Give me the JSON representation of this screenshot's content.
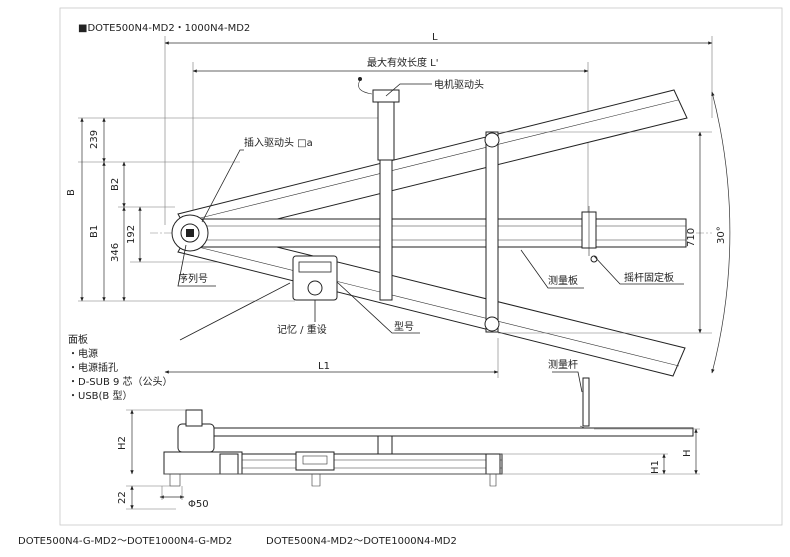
{
  "title": "■DOTE500N4-MD2・1000N4-MD2",
  "labels": {
    "L": "L",
    "max_len": "最大有效长度 L'",
    "motor_head": "电机驱动头",
    "insert_head": "插入驱动头 □a",
    "serial": "序列号",
    "memory_reset": "记忆 / 重设",
    "model": "型号",
    "measure_plate": "测量板",
    "arm_fix_plate": "摇杆固定板",
    "measure_rod": "测量杆",
    "L1": "L1",
    "B": "B",
    "B1": "B1",
    "B2": "B2",
    "H": "H",
    "H1": "H1",
    "H2": "H2"
  },
  "dimensions": {
    "d239": "239",
    "d346": "346",
    "d192": "192",
    "d710": "710",
    "d30": "30°",
    "d22": "22",
    "phi50": "Φ50"
  },
  "panel": {
    "heading": "面板",
    "items": [
      "・电源",
      "・电源插孔",
      "・D-SUB 9 芯（公头）",
      "・USB(B 型）"
    ]
  },
  "captions": {
    "left": "DOTE500N4-G-MD2～DOTE1000N4-G-MD2",
    "right": "DOTE500N4-MD2～DOTE1000N4-MD2"
  }
}
